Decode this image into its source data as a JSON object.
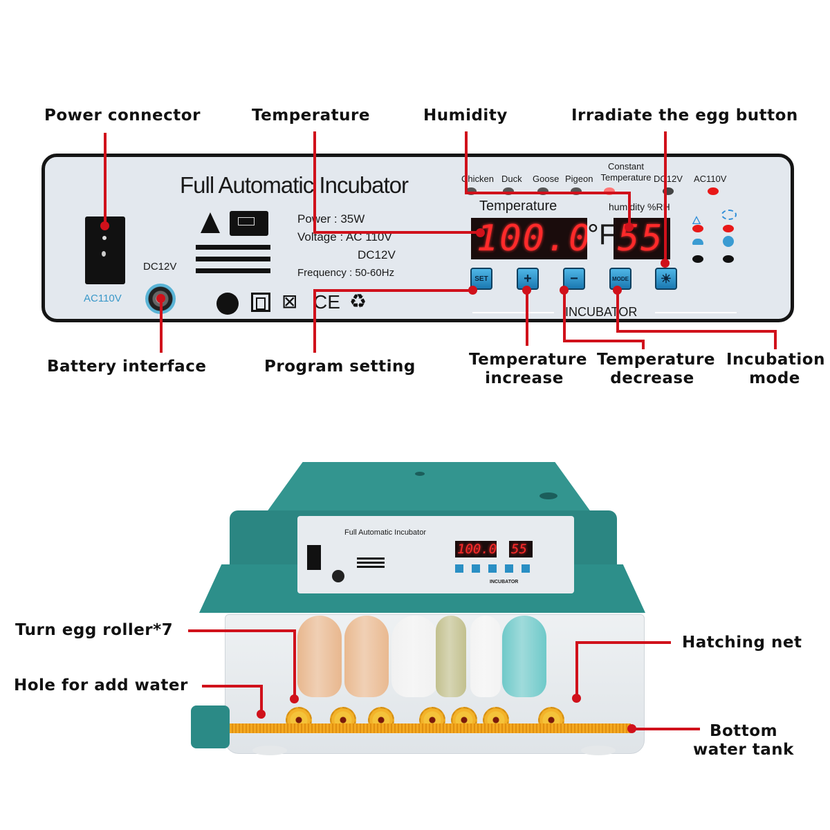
{
  "top_callouts": {
    "power_connector": "Power connector",
    "temperature": "Temperature",
    "humidity": "Humidity",
    "irradiate": "Irradiate the egg button",
    "battery_interface": "Battery interface",
    "program_setting": "Program setting",
    "temp_increase": [
      "Temperature",
      "increase"
    ],
    "temp_decrease": [
      "Temperature",
      "decrease"
    ],
    "incubation_mode": [
      "Incubation",
      "mode"
    ]
  },
  "panel": {
    "title": "Full Automatic Incubator",
    "ac_label": "AC110V",
    "dc_label": "DC12V",
    "specs": {
      "power": "Power : 35W",
      "voltage": "Voltage : AC 110V",
      "voltage_dc": "DC12V",
      "frequency": "Frequency : 50-60Hz"
    },
    "mode_labels": [
      "Chicken",
      "Duck",
      "Goose",
      "Pigeon",
      "Constant Temperature",
      "DC12V",
      "AC110V"
    ],
    "mode_led_colors": [
      "#555555",
      "#555555",
      "#555555",
      "#555555",
      "#ff7777",
      "#444444",
      "#e81818"
    ],
    "temperature_label": "Temperature",
    "temperature_value": "100.0",
    "temperature_unit": "°F",
    "humidity_label": "humidity %RH",
    "humidity_value": "55",
    "buttons": [
      "SET",
      "+",
      "−",
      "MODE",
      "☀"
    ],
    "brand": "INCUBATOR",
    "status_icons": [
      "flame-icon",
      "fan-icon",
      "water-icon",
      "alarm-icon"
    ]
  },
  "bottom_callouts": {
    "turn_egg_roller": "Turn egg roller*7",
    "hole_add_water": "Hole for add water",
    "hatching_net": "Hatching net",
    "bottom_water_tank": [
      "Bottom",
      "water tank"
    ]
  },
  "mini_panel": {
    "title": "Full Automatic Incubator",
    "temperature_value": "100.0",
    "humidity_value": "55",
    "brand": "INCUBATOR"
  },
  "eggs": [
    {
      "type": "brown",
      "color": "#e8b78e"
    },
    {
      "type": "brown",
      "color": "#e9b990"
    },
    {
      "type": "white",
      "color": "#f1f1f1"
    },
    {
      "type": "quail",
      "color": "#c2c08e"
    },
    {
      "type": "white",
      "color": "#f3f3f3"
    },
    {
      "type": "blue",
      "color": "#6fc9c9"
    }
  ],
  "roller_count": 7,
  "colors": {
    "leader": "#d0111b",
    "lid": "#2e8a86",
    "panel_bg": "#e3e8ee"
  }
}
